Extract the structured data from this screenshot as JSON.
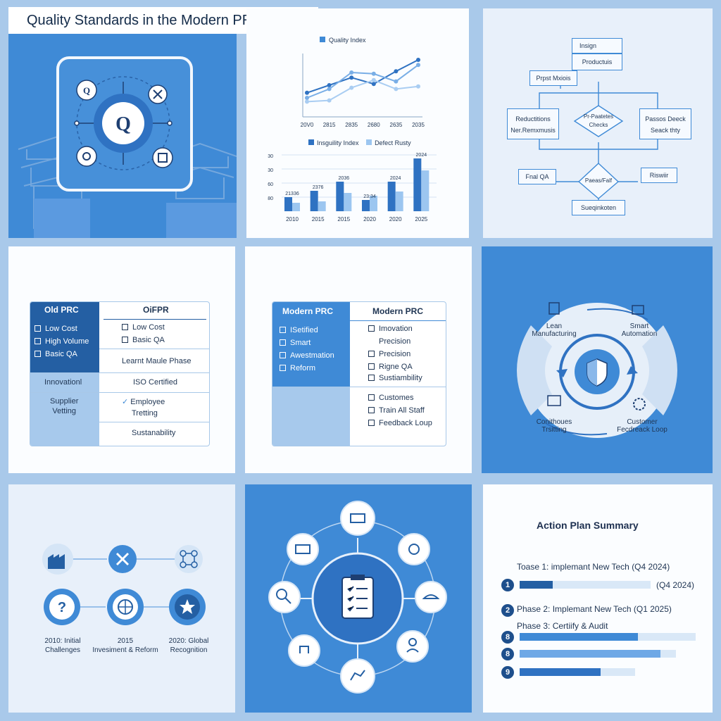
{
  "header": {
    "title": "Quality Standards in the Modern PRC Factory"
  },
  "panel2": {
    "line_legend": "Quality Index",
    "line_x": [
      "20V0",
      "2815",
      "2835",
      "2680",
      "2635",
      "2035"
    ],
    "bar_legend": [
      "Insguility Index",
      "Defect Rusty"
    ],
    "bar_y": [
      "30",
      "30",
      "60",
      "80"
    ],
    "bar_years": [
      "2010",
      "2015",
      "2015",
      "2020",
      "2020",
      "2025"
    ],
    "bar_labels": [
      "21336",
      "2376",
      "2036",
      "23:34",
      "2024",
      "2024"
    ]
  },
  "chart_data": [
    {
      "type": "line",
      "legend": [
        "Quality Index"
      ],
      "x": [
        "20V0",
        "2815",
        "2835",
        "2680",
        "2635",
        "2035"
      ],
      "series": [
        {
          "values": [
            38,
            50,
            62,
            52,
            72,
            90
          ]
        },
        {
          "values": [
            30,
            44,
            70,
            68,
            56,
            82
          ]
        },
        {
          "values": [
            24,
            26,
            46,
            58,
            44,
            48
          ]
        }
      ],
      "ylim": [
        0,
        100
      ]
    },
    {
      "type": "bar",
      "categories": [
        "2010",
        "2015",
        "2015",
        "2020",
        "2020",
        "2025"
      ],
      "y_ticks": [
        "30",
        "30",
        "60",
        "80"
      ],
      "legend": [
        "Insguility Index",
        "Defect Rusty"
      ],
      "series": [
        {
          "values": [
            20,
            29,
            42,
            16,
            42,
            75
          ]
        },
        {
          "values": [
            12,
            14,
            26,
            22,
            28,
            58
          ]
        }
      ],
      "data_labels": [
        "21336",
        "2376",
        "2036",
        "23:34",
        "2024",
        "2024"
      ],
      "ylim": [
        0,
        80
      ]
    }
  ],
  "panel3": {
    "insign": "Insign",
    "productus": "Productuis",
    "prpst": "Prpst Mxiois",
    "reducts": "Reductitions",
    "netremu": "Ner.Remxmusis",
    "pchecks_a": "Pr-Paatetes",
    "pchecks_b": "Checks",
    "passos": "Passos Deeck",
    "seack": "Seack thty",
    "final": "Fnal QA",
    "passfail": "Paeas/Falf",
    "reswire": "Riswiir",
    "sequen": "Sueqinkoten"
  },
  "panel4": {
    "head_left": "Old PRC",
    "head_right": "OiFPR",
    "old_items": [
      "Low Cost",
      "High Volume",
      "Basic QA"
    ],
    "right_items": [
      "Low Cost",
      "Basic QA"
    ],
    "phase": "Learnt Maule Phase",
    "innovation": "Innovationl",
    "iso": "ISO Certified",
    "supplier_a": "Supplier",
    "supplier_b": "Vetting",
    "employee_a": "Employee",
    "employee_b": "Tretting",
    "sust": "Sustanability"
  },
  "panel5": {
    "head_left": "Modern PRC",
    "head_right": "Modern PRC",
    "left_items": [
      "ISetified",
      "Smart",
      "Awestmation",
      "Reform"
    ],
    "right_items": [
      "Imovation",
      "Precision",
      "Precision",
      "Rigne QA",
      "Sustiambility"
    ],
    "right_items2": [
      "Customes",
      "Train All Staff",
      "Feedback Loup"
    ]
  },
  "panel6": {
    "lean_a": "Lean",
    "lean_b": "Manufacturing",
    "smart_a": "Smart",
    "smart_b": "Automation",
    "cont_a": "Conithoues",
    "cont_b": "Trsitting",
    "cust_a": "Customer",
    "cust_b": "Fecdreack Loop"
  },
  "panel7": {
    "c1_a": "2010: Initial",
    "c1_b": "Challenges",
    "c2_a": "2015",
    "c2_b": "Invesiment & Reform",
    "c3_a": "2020: Global",
    "c3_b": "Recognition"
  },
  "panel9": {
    "title": "Action Plan Summary",
    "t1": "Toase 1: implemant New Tech (Q4 2024)",
    "n1": "1",
    "r1": "(Q4 2024)",
    "n2": "2",
    "t2": "Phase 2: Implemant New Tech (Q1 2025)",
    "t3": "Phase 3: Certiify & Audit",
    "n3": "8",
    "n4": "8",
    "n5": "9",
    "progress": [
      0.25,
      0.67,
      0.9,
      0.7
    ]
  },
  "colors": {
    "accent": "#3f8ad6",
    "dark": "#2f72c2",
    "pale": "#e8f0fa",
    "light": "#a9c9ea"
  }
}
